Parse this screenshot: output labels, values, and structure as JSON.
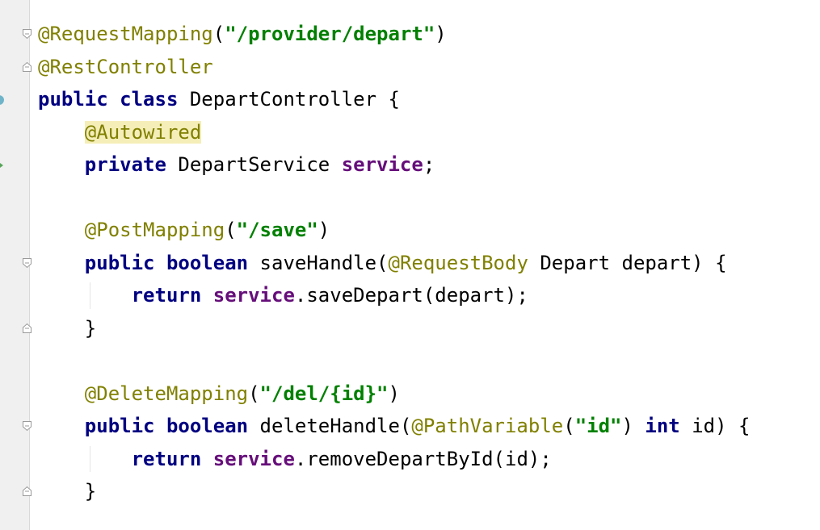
{
  "lines": [
    [
      {
        "t": "@RequestMapping",
        "c": "ann"
      },
      {
        "t": "(",
        "c": ""
      },
      {
        "t": "\"/provider/depart\"",
        "c": "str"
      },
      {
        "t": ")",
        "c": ""
      }
    ],
    [
      {
        "t": "@RestController",
        "c": "ann"
      }
    ],
    [
      {
        "t": "public class ",
        "c": "kw"
      },
      {
        "t": "DepartController {",
        "c": ""
      }
    ],
    [
      {
        "t": "    ",
        "c": "ind"
      },
      {
        "t": "@Autowired",
        "c": "ann hl"
      }
    ],
    [
      {
        "t": "    ",
        "c": "ind"
      },
      {
        "t": "private ",
        "c": "kw"
      },
      {
        "t": "DepartService ",
        "c": ""
      },
      {
        "t": "service",
        "c": "fld"
      },
      {
        "t": ";",
        "c": ""
      }
    ],
    [],
    [
      {
        "t": "    ",
        "c": "ind"
      },
      {
        "t": "@PostMapping",
        "c": "ann"
      },
      {
        "t": "(",
        "c": ""
      },
      {
        "t": "\"/save\"",
        "c": "str"
      },
      {
        "t": ")",
        "c": ""
      }
    ],
    [
      {
        "t": "    ",
        "c": "ind"
      },
      {
        "t": "public boolean ",
        "c": "kw"
      },
      {
        "t": "saveHandle(",
        "c": ""
      },
      {
        "t": "@RequestBody ",
        "c": "ann"
      },
      {
        "t": "Depart depart) {",
        "c": ""
      }
    ],
    [
      {
        "t": "        ",
        "c": "ind"
      },
      {
        "t": "return ",
        "c": "kw"
      },
      {
        "t": "service",
        "c": "fld"
      },
      {
        "t": ".saveDepart(depart);",
        "c": ""
      }
    ],
    [
      {
        "t": "    ",
        "c": "ind"
      },
      {
        "t": "}",
        "c": ""
      }
    ],
    [],
    [
      {
        "t": "    ",
        "c": "ind"
      },
      {
        "t": "@DeleteMapping",
        "c": "ann"
      },
      {
        "t": "(",
        "c": ""
      },
      {
        "t": "\"/del/{id}\"",
        "c": "str"
      },
      {
        "t": ")",
        "c": ""
      }
    ],
    [
      {
        "t": "    ",
        "c": "ind"
      },
      {
        "t": "public boolean ",
        "c": "kw"
      },
      {
        "t": "deleteHandle(",
        "c": ""
      },
      {
        "t": "@PathVariable",
        "c": "ann"
      },
      {
        "t": "(",
        "c": ""
      },
      {
        "t": "\"id\"",
        "c": "str"
      },
      {
        "t": ") ",
        "c": ""
      },
      {
        "t": "int ",
        "c": "kw"
      },
      {
        "t": "id) {",
        "c": ""
      }
    ],
    [
      {
        "t": "        ",
        "c": "ind"
      },
      {
        "t": "return ",
        "c": "kw"
      },
      {
        "t": "service",
        "c": "fld"
      },
      {
        "t": ".removeDepartById(id);",
        "c": ""
      }
    ],
    [
      {
        "t": "    ",
        "c": "ind"
      },
      {
        "t": "}",
        "c": ""
      }
    ]
  ],
  "gutter": {
    "fold_markers": [
      {
        "line": 0,
        "kind": "fold-open-icon"
      },
      {
        "line": 1,
        "kind": "fold-end-icon"
      },
      {
        "line": 7,
        "kind": "fold-open-icon"
      },
      {
        "line": 9,
        "kind": "fold-end-icon"
      },
      {
        "line": 12,
        "kind": "fold-open-icon"
      },
      {
        "line": 14,
        "kind": "fold-end-icon"
      }
    ],
    "markers": [
      {
        "line": 2,
        "icon": "spring-bean-icon",
        "color": "#6fb4c9"
      },
      {
        "line": 4,
        "icon": "navigate-icon",
        "color": "#57a55a"
      }
    ]
  },
  "colors": {
    "keyword": "#000080",
    "annotation": "#808000",
    "string": "#008000",
    "field": "#660e7a",
    "highlight": "#f5eeb8",
    "gutter": "#f0f0f0"
  }
}
